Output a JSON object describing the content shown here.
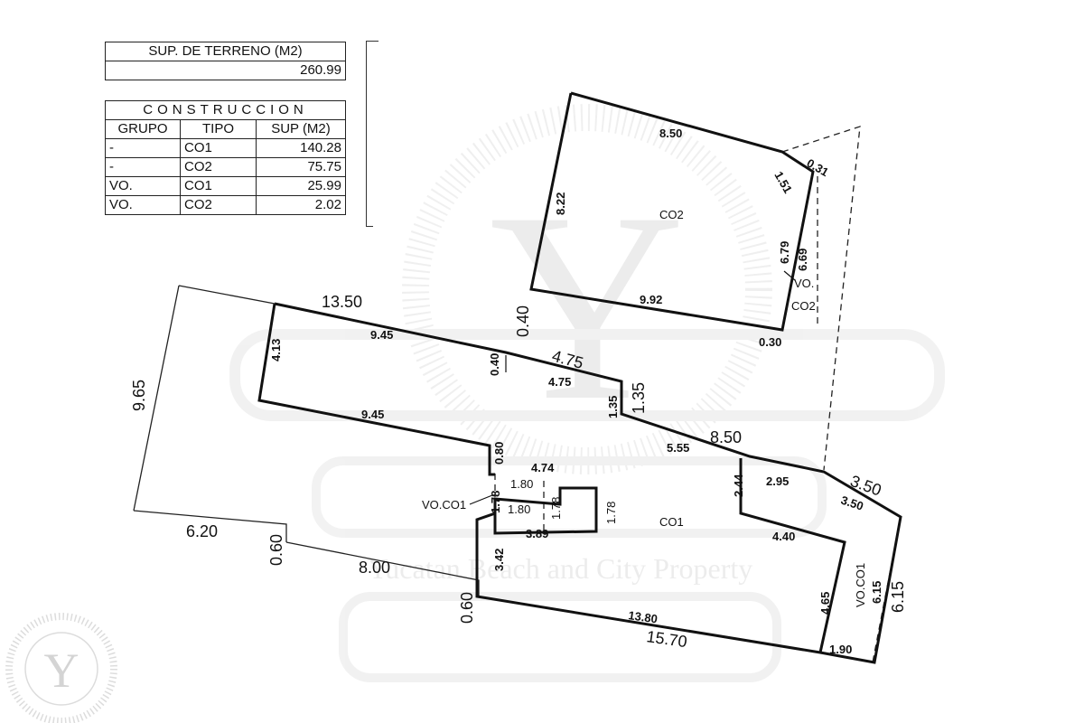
{
  "terreno": {
    "header": "SUP. DE TERRENO (M2)",
    "value": "260.99"
  },
  "construccion": {
    "title": "CONSTRUCCION",
    "headers": [
      "GRUPO",
      "TIPO",
      "SUP (M2)"
    ],
    "rows": [
      [
        "-",
        "CO1",
        "140.28"
      ],
      [
        "-",
        "CO2",
        "75.75"
      ],
      [
        "VO.",
        "CO1",
        "25.99"
      ],
      [
        "VO.",
        "CO2",
        "2.02"
      ]
    ]
  },
  "watermark": {
    "line1": "Yucatan Beach and City Property",
    "monogram": "Y"
  },
  "plan": {
    "areas": {
      "co2": "CO2",
      "co1": "CO1",
      "vo_co2_a": "VO.",
      "vo_co2_b": "CO2",
      "vo_co1_small": "VO.CO1",
      "vo_co1_right": "VO.CO1"
    },
    "dims": {
      "d_8_50_top": "8.50",
      "d_8_22": "8.22",
      "d_1_51": "1.51",
      "d_0_31": "0.31",
      "d_6_79": "6.79",
      "d_6_69": "6.69",
      "d_9_92": "9.92",
      "d_0_30": "0.30",
      "d_13_50": "13.50",
      "d_9_45_a": "9.45",
      "d_4_13": "4.13",
      "d_9_65": "9.65",
      "d_0_40_a": "0.40",
      "d_0_40_b": "0.40",
      "d_4_75_a": "4.75",
      "d_4_75_b": "4.75",
      "d_1_35_a": "1.35",
      "d_1_35_b": "1.35",
      "d_9_45_b": "9.45",
      "d_8_50_mid": "8.50",
      "d_5_55": "5.55",
      "d_0_80": "0.80",
      "d_4_74": "4.74",
      "d_1_80_a": "1.80",
      "d_1_78_a": "1.78",
      "d_1_78_b": "1.78",
      "d_1_80_b": "1.80",
      "d_1_78_c": "1.78",
      "d_3_89": "3.89",
      "d_2_44": "2.44",
      "d_2_95": "2.95",
      "d_3_50_a": "3.50",
      "d_3_50_b": "3.50",
      "d_6_20": "6.20",
      "d_0_60_a": "0.60",
      "d_8_00": "8.00",
      "d_3_42": "3.42",
      "d_0_60_b": "0.60",
      "d_4_40": "4.40",
      "d_4_65": "4.65",
      "d_6_15_a": "6.15",
      "d_6_15_b": "6.15",
      "d_13_80": "13.80",
      "d_15_70": "15.70",
      "d_1_90": "1.90"
    }
  }
}
